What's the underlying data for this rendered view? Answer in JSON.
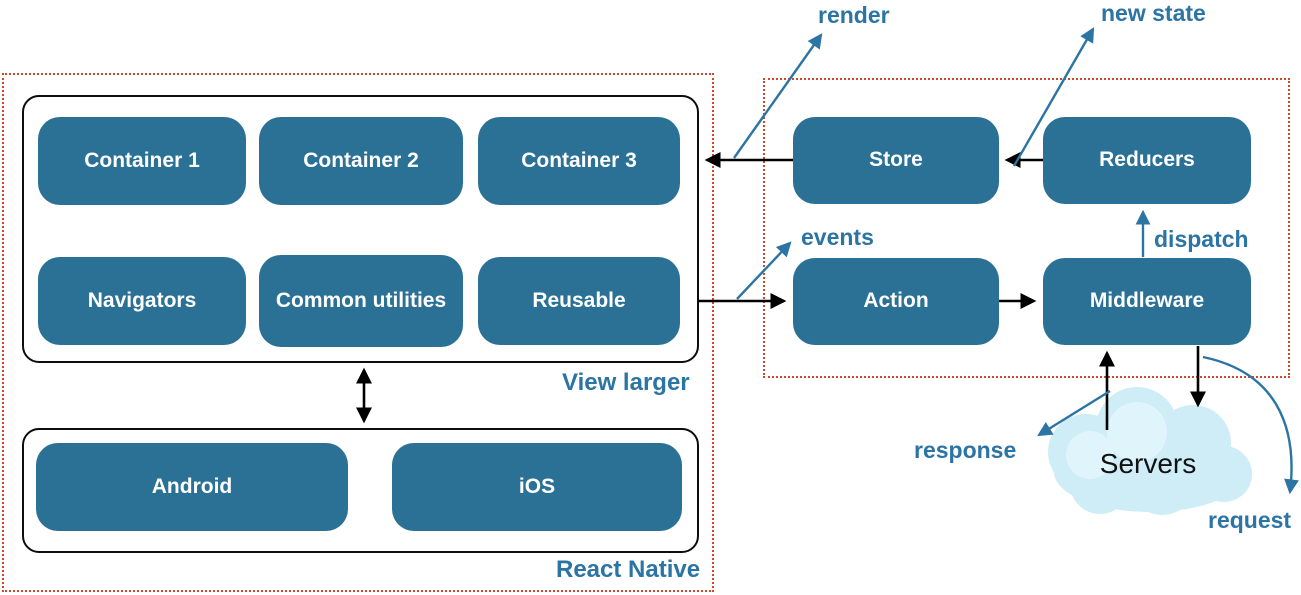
{
  "colors": {
    "box_fill": "#2b7196",
    "accent_blue": "#2b74a4",
    "dashed_border": "#c9472b",
    "arrow_black": "#000000",
    "cloud_fill": "#cfedf7"
  },
  "react_native_section": {
    "view_layer": {
      "boxes": [
        "Container 1",
        "Container 2",
        "Container 3",
        "Navigators",
        "Common utilities",
        "Reusable"
      ],
      "caption": "View larger"
    },
    "native_layer": {
      "boxes": [
        "Android",
        "iOS"
      ],
      "caption": "React Native"
    }
  },
  "redux_section": {
    "boxes": [
      "Store",
      "Reducers",
      "Action",
      "Middleware"
    ]
  },
  "flow_labels": {
    "render": "render",
    "new_state": "new state",
    "events": "events",
    "dispatch": "dispatch",
    "response": "response",
    "request": "request"
  },
  "servers": {
    "label": "Servers"
  }
}
